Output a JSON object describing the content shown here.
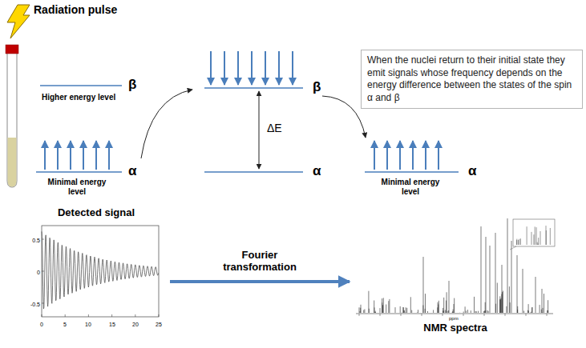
{
  "diagram": {
    "nodes": [
      {
        "text": [
          "When the nuclei return to their initial state they emit signals whose frequency depends on the energy difference between the states of the spin α and β"
        ]
      },
      {
        "text": [
          "Detected signal"
        ]
      },
      {
        "text": [
          "NMR spectra"
        ]
      }
    ],
    "edges": [
      {
        "from": 1,
        "to": 2,
        "arrow": "to",
        "label": "Fourier transformation"
      }
    ],
    "labels": [
      "Radiation pulse",
      "β",
      "Higher energy level",
      "α",
      "Minimal energy level",
      "β",
      "ΔE",
      "α",
      "α",
      "Minimal energy level",
      "0.5",
      "0",
      "-0.5",
      "0",
      "5",
      "10",
      "15",
      "20",
      "25",
      "ppm"
    ]
  }
}
